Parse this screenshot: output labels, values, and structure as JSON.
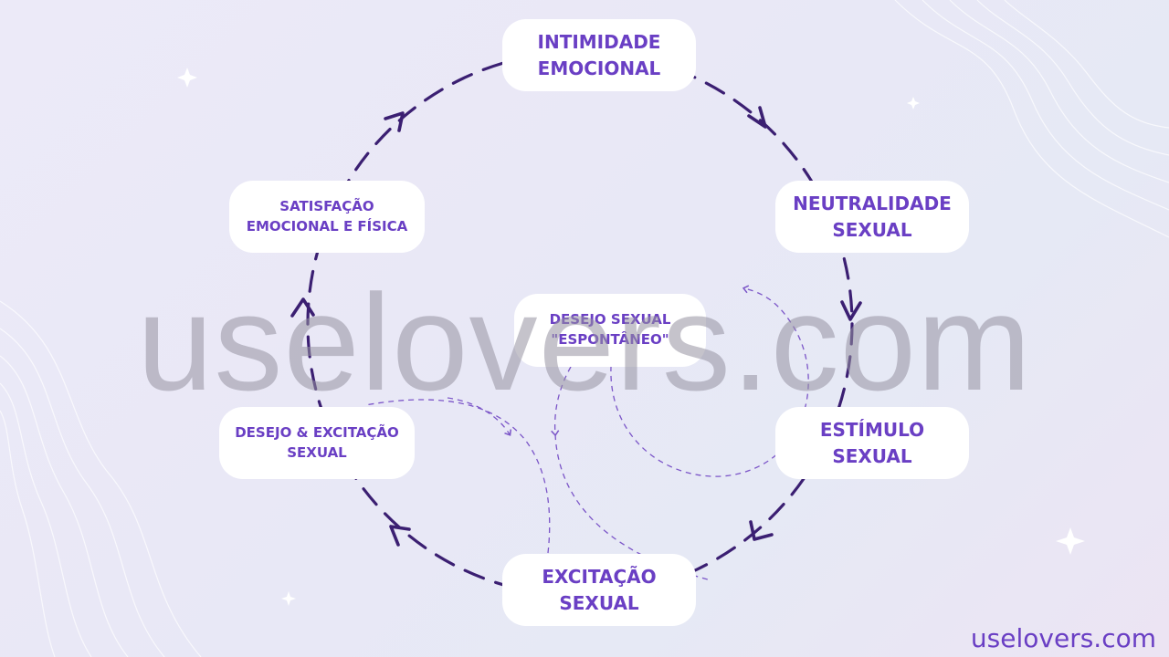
{
  "diagram": {
    "nodes": {
      "intimidade": [
        "INTIMIDADE",
        "EMOCIONAL"
      ],
      "neutralidade": [
        "NEUTRALIDADE",
        "SEXUAL"
      ],
      "estimulo": [
        "ESTÍMULO",
        "SEXUAL"
      ],
      "excitacao": [
        "EXCITAÇÃO",
        "SEXUAL"
      ],
      "desejo_excitacao": [
        "DESEJO & EXCITAÇÃO",
        "SEXUAL"
      ],
      "satisfacao": [
        "SATISFAÇÃO",
        "EMOCIONAL E FÍSICA"
      ],
      "desejo_espontaneo": [
        "DESEJO SEXUAL",
        "\"ESPONTÂNEO\""
      ]
    },
    "watermark": "uselovers.com",
    "brand": "uselovers.com",
    "colors": {
      "node_text": "#6a3fc4",
      "arrow": "#3b1f72",
      "thin_arrow": "#7b55c8"
    }
  }
}
